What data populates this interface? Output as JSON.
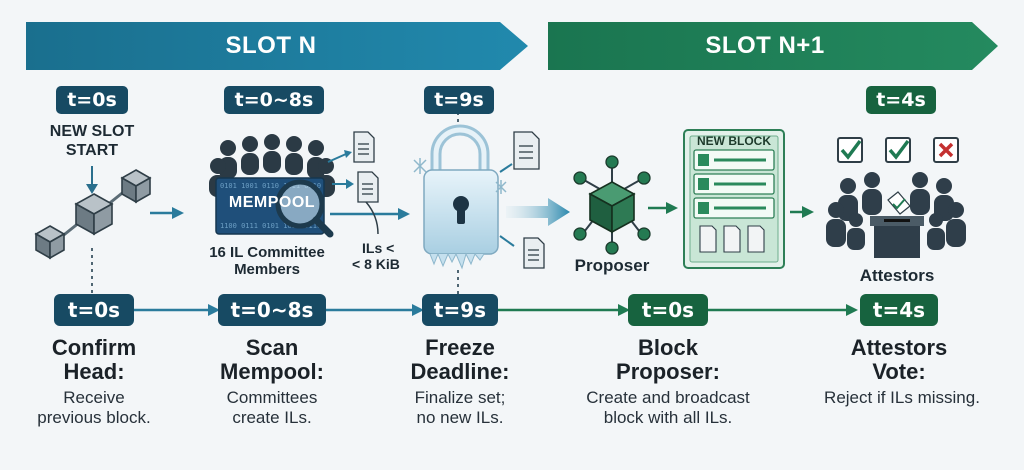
{
  "slots": {
    "slot_n": "SLOT N",
    "slot_n1": "SLOT N+1"
  },
  "colors": {
    "navy": "#174a63",
    "teal_band": "#1d7a9a",
    "green": "#17633f",
    "green_band": "#1f7f57",
    "ice": "#bcd8e6"
  },
  "top": {
    "t0": "t=0s",
    "t08": "t=0~8s",
    "t9": "t=9s",
    "t4": "t=4s",
    "new_slot_start": [
      "NEW SLOT",
      "START"
    ],
    "mempool": "MEMPOOL",
    "committee_label": [
      "16 IL Committee",
      "Members"
    ],
    "ils_size": [
      "ILs <",
      "< 8 KiB"
    ],
    "new_block": "NEW BLOCK",
    "proposer": "Proposer",
    "attestors": "Attestors"
  },
  "timeline": [
    {
      "time": "t=0s",
      "title": [
        "Confirm",
        "Head:"
      ],
      "desc": [
        "Receive",
        "previous block."
      ]
    },
    {
      "time": "t=0~8s",
      "title": [
        "Scan",
        "Mempool:"
      ],
      "desc": [
        "Committees",
        "create ILs."
      ]
    },
    {
      "time": "t=9s",
      "title": [
        "Freeze",
        "Deadline:"
      ],
      "desc": [
        "Finalize set;",
        "no new ILs."
      ]
    },
    {
      "time": "t=0s",
      "title": [
        "Block",
        "Proposer:"
      ],
      "desc": [
        "Create and broadcast",
        "block with all ILs."
      ]
    },
    {
      "time": "t=4s",
      "title": [
        "Attestors",
        "Vote:"
      ],
      "desc": [
        "Reject if ILs missing."
      ]
    }
  ]
}
